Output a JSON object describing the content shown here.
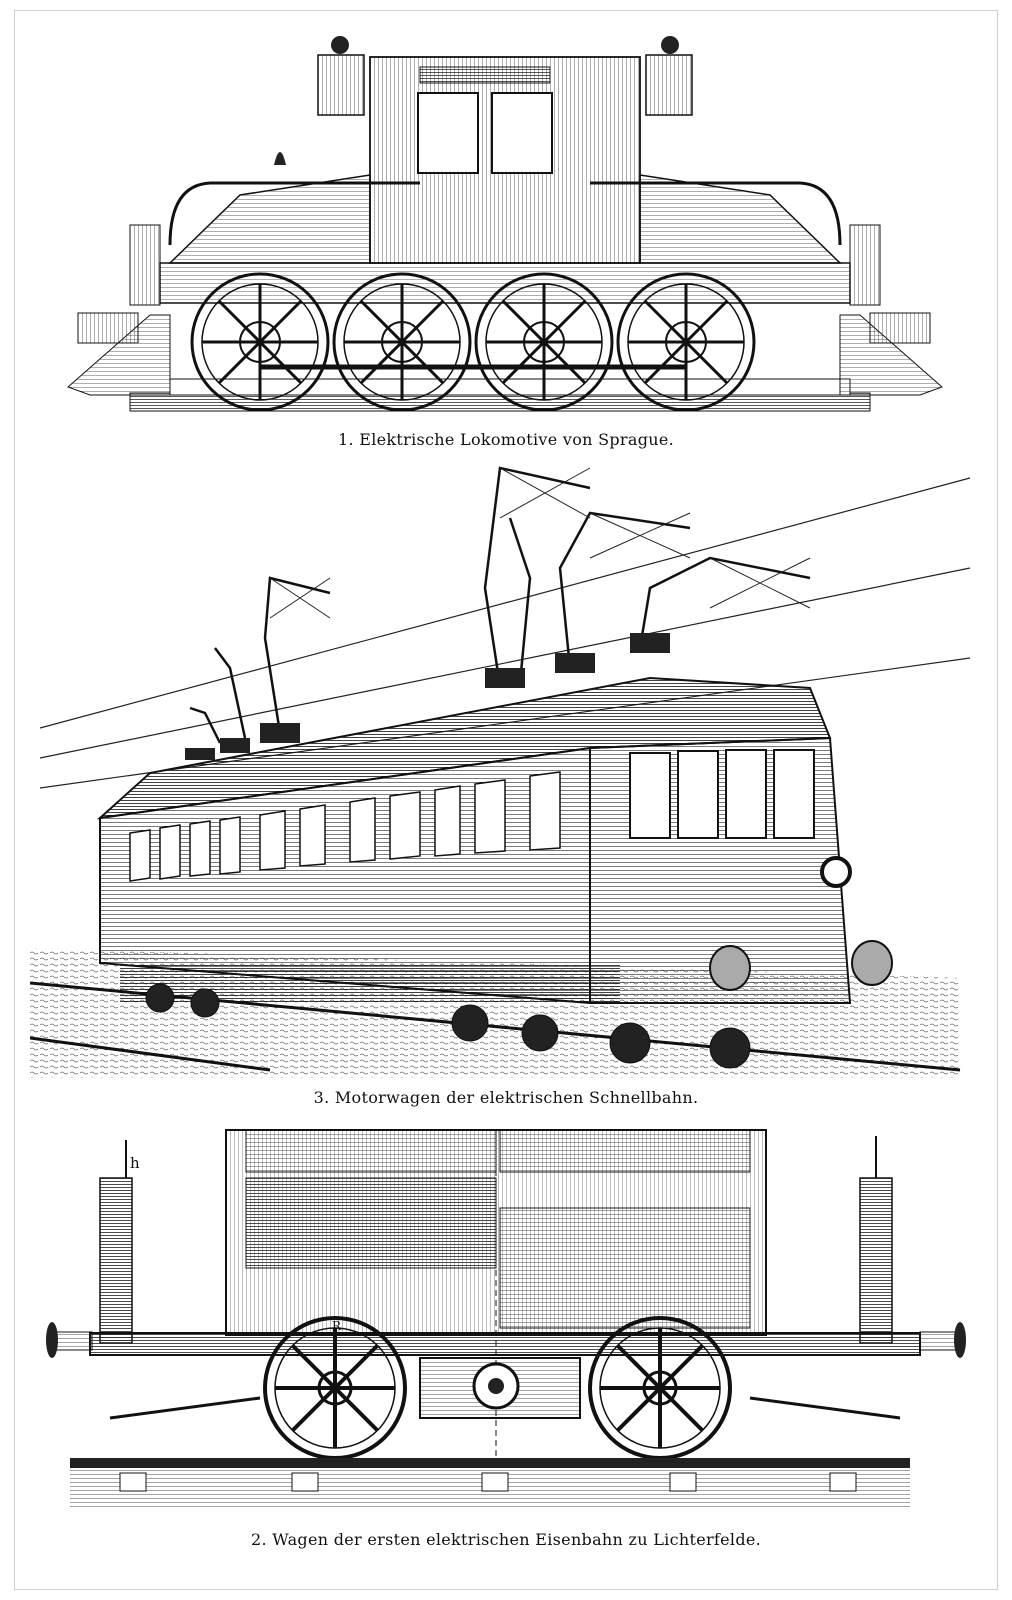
{
  "plate": {
    "figures": [
      {
        "id": "fig1",
        "caption": "1. Elektrische Lokomotive von Sprague."
      },
      {
        "id": "fig3",
        "caption": "3. Motorwagen der elektrischen Schnellbahn."
      },
      {
        "id": "fig2",
        "caption": "2. Wagen der ersten elektrischen Eisenbahn zu Lichterfelde."
      }
    ],
    "labels": {
      "handbrake_mark": "h",
      "wheel_mark": "R"
    }
  }
}
